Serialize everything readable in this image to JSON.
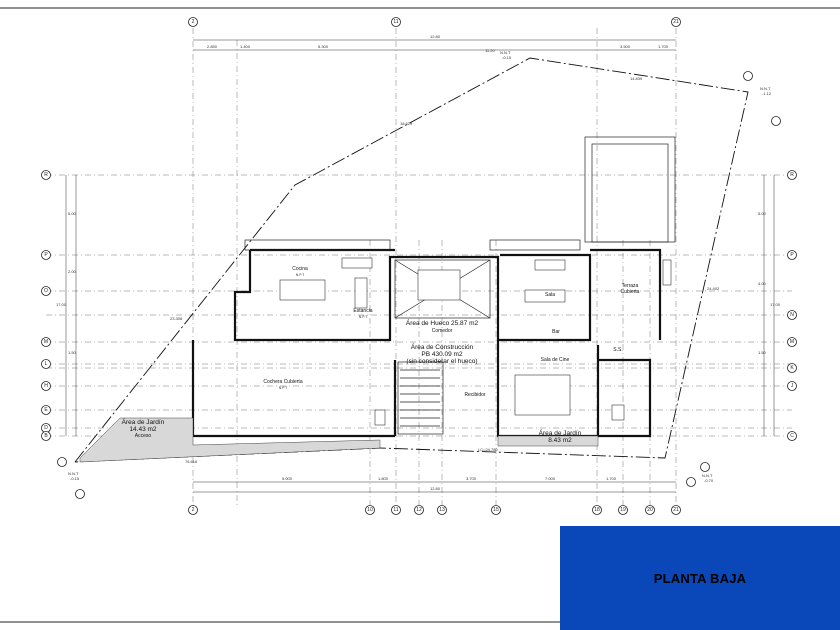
{
  "title": "PLANTA BAJA",
  "grid_columns": [
    "2",
    "11",
    "21",
    "10",
    "11",
    "12",
    "13",
    "15",
    "18",
    "19",
    "20",
    "21"
  ],
  "grid_rows": [
    "R",
    "P",
    "O",
    "N",
    "M",
    "L",
    "K",
    "J",
    "H",
    "G",
    "E",
    "D",
    "C",
    "B"
  ],
  "dimensions": {
    "top_total": "12.80",
    "top_seg_a": "2.850",
    "top_seg_b": "1.400",
    "top_seg_c": "5.300",
    "top_seg_d": "3.500",
    "top_seg_e": "1.700",
    "bottom_total": "12.80",
    "bottom_seg_a": "5.000",
    "bottom_seg_b": "1.800",
    "bottom_seg_c": "3.700",
    "bottom_seg_d": "7.000",
    "bottom_seg_e": "1.700",
    "left_total": "17.00",
    "right_total": "17.00",
    "lot_top": "11.20",
    "lot_right": "14.839",
    "lot_diag": "18.529",
    "lot_left": "23.306",
    "lot_bottom": "76.616",
    "lot_side": "24.402",
    "side_a": "5.00",
    "side_b": "2.00",
    "side_c": "4.00",
    "side_d": "1.50"
  },
  "levels": {
    "nnt_top": "N.N.T",
    "nnt_top_val": "-0.15",
    "nnt_right": "N.N.T",
    "nnt_right_val": "-1.12",
    "nnt_left": "N.N.T",
    "nnt_left_val": "-0.15",
    "nnt_bottom": "N.N.T",
    "nnt_bottom_val": "-0.70",
    "lc": "LC=24.780"
  },
  "rooms": {
    "cocina": "Cocina",
    "estancia": "Estancia",
    "comedor": "Comedor",
    "sala": "Sala",
    "terraza_1": "Terraza",
    "terraza_2": "Cubierta",
    "bar": "Bar",
    "ss": "S.S.",
    "sala_cine": "Sala de Cine",
    "recibidor": "Recibidor",
    "cochera": "Cochera Cubierta",
    "jardin_left_1": "Área de Jardín",
    "jardin_left_2": "14.43 m2",
    "jardin_left_3": "Acceso",
    "jardin_right_1": "Área de Jardín",
    "jardin_right_2": "8.43 m2",
    "hueco": "Área de Hueco 25.87 m2",
    "construccion_1": "Área de Construcción",
    "construccion_2": "PB 430.09 m2",
    "construccion_3": "(sin considerar el hueco)",
    "npt": "N.P.T"
  },
  "colors": {
    "title_block": "#0a47b8",
    "title_text": "#000000",
    "line": "#111111"
  }
}
